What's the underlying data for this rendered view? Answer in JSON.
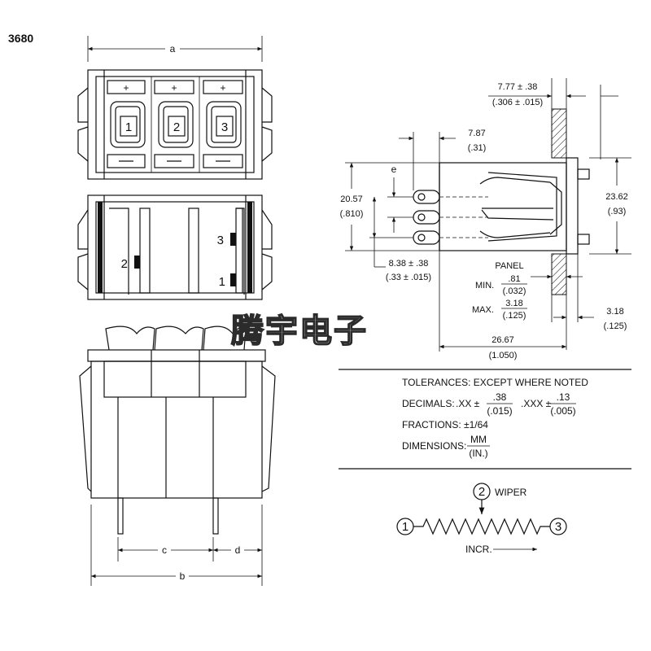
{
  "part_number": "3680",
  "front_view": {
    "dim_a": "a",
    "button_labels": [
      "1",
      "2",
      "3"
    ]
  },
  "side_view": {
    "terminal_labels": [
      "3",
      "2",
      "1"
    ]
  },
  "bottom_view": {
    "dim_b": "b",
    "dim_c": "c",
    "dim_d": "d"
  },
  "profile_view": {
    "dim_e": "e",
    "panel_thickness": {
      "mm": "7.77 ± .38",
      "in": "(.306 ± .015)"
    },
    "dim_top": {
      "mm": "7.87",
      "in": "(.31)"
    },
    "height_left": {
      "mm": "20.57",
      "in": "(.810)"
    },
    "height_right": {
      "mm": "23.62",
      "in": "(.93)"
    },
    "terminal_span": {
      "mm": "8.38 ± .38",
      "in": "(.33 ± .015)"
    },
    "panel_label": "PANEL",
    "panel_min": {
      "label": "MIN.",
      "mm": ".81",
      "in": "(.032)"
    },
    "panel_max": {
      "label": "MAX.",
      "mm": "3.18",
      "in": "(.125)"
    },
    "flange": {
      "mm": "3.18",
      "in": "(.125)"
    },
    "overall_length": {
      "mm": "26.67",
      "in": "(1.050)"
    }
  },
  "tolerances": {
    "heading": "TOLERANCES: EXCEPT WHERE NOTED",
    "decimals_label": "DECIMALS:",
    "xx_label": ".XX ±",
    "xx_num": ".38",
    "xx_den": "(.015)",
    "xxx_label": ".XXX ±",
    "xxx_num": ".13",
    "xxx_den": "(.005)",
    "fractions": "FRACTIONS: ±1/64",
    "dimensions_label": "DIMENSIONS:",
    "dim_num": "MM",
    "dim_den": "(IN.)"
  },
  "schematic": {
    "node1": "1",
    "node2": "2",
    "node3": "3",
    "wiper_label": "WIPER",
    "incr_label": "INCR."
  },
  "watermark": "腾宇电子"
}
